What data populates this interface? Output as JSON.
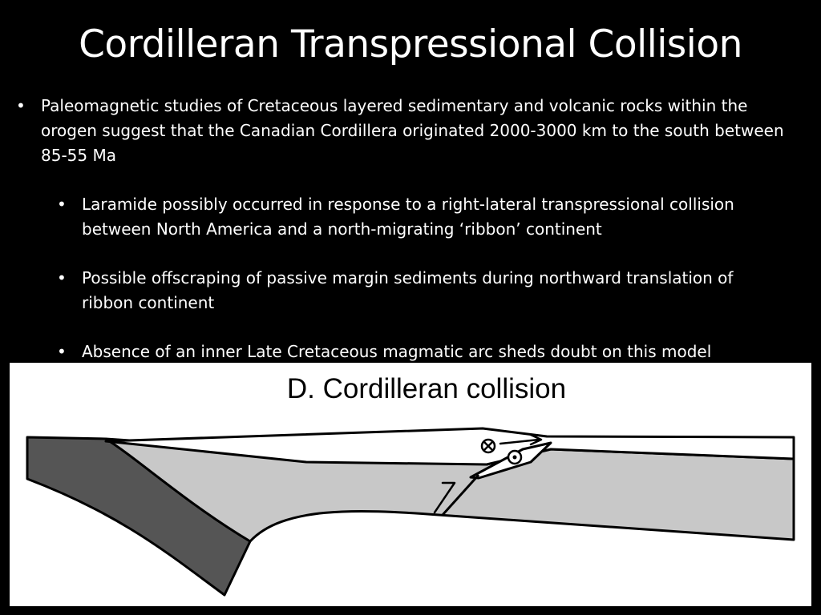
{
  "slide": {
    "title": "Cordilleran Transpressional Collision",
    "bullet_symbol": "•",
    "bullets": [
      {
        "text": "Paleomagnetic studies of Cretaceous layered sedimentary and volcanic rocks within the orogen suggest that the Canadian Cordillera originated 2000-3000 km to the south between 85-55 Ma",
        "level": 1
      },
      {
        "text": "Laramide possibly occurred in response to a right-lateral transpressional collision between North America and a north-migrating ‘ribbon’ continent",
        "level": 2
      },
      {
        "text": "Possible offscraping of passive margin sediments during northward translation of ribbon continent",
        "level": 2
      },
      {
        "text": "Absence of an inner Late Cretaceous magmatic arc sheds doubt on this model",
        "level": 2
      }
    ]
  },
  "figure": {
    "title": "D. Cordilleran collision",
    "colors": {
      "background": "#ffffff",
      "upper_layer": "#ffffff",
      "lower_plate": "#c8c8c8",
      "subducting_slab": "#555555",
      "outline": "#000000"
    },
    "symbols": {
      "into_page": "⊗",
      "out_of_page": "⊙",
      "fault": "?"
    }
  }
}
